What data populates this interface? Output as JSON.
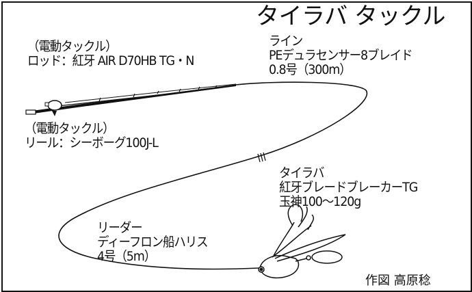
{
  "title": "タイラバ タックル",
  "rod": {
    "category": "（電動タックル）",
    "text": "ロッド：紅牙 AIR D70HB TG・N"
  },
  "reel": {
    "category": "（電動タックル）",
    "text": "リール：シーボーグ100J-L"
  },
  "line": {
    "heading": "ライン",
    "product": "PEデュラセンサー8ブレイド",
    "spec": "0.8号（300m）"
  },
  "leader": {
    "heading": "リーダー",
    "product": "ディーフロン船ハリス",
    "spec": "4号（5m）"
  },
  "lure": {
    "heading": "タイラバ",
    "product": "紅牙ブレードブレーカーTG",
    "spec": "玉神100〜120g"
  },
  "credit": "作図 高原稔",
  "illustrations": [
    "fishing-rod-icon",
    "electric-reel-icon",
    "line-knot-icon",
    "tai-rubber-lure-icon"
  ],
  "colors": {
    "ink": "#111111",
    "background": "#ffffff"
  }
}
